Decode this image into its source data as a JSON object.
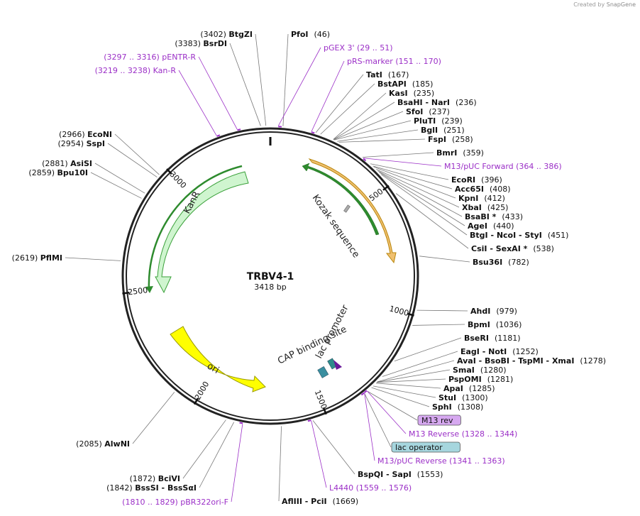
{
  "credit": {
    "prefix": "Created by",
    "brand": "SnapGene"
  },
  "plasmid": {
    "name": "TRBV4-1",
    "length_label": "3418 bp",
    "total_bp": 3418
  },
  "colors": {
    "site_text": "#000000",
    "primer": "#9b2fc7",
    "kanr_fill": "#cff5cf",
    "kanr_stroke": "#3aa03a",
    "ori_fill": "#ffff00",
    "ori_stroke": "#999900",
    "orange_feature": "#f0c070",
    "green_feature": "#2e8b2e"
  },
  "scale_labels": [
    "500",
    "1000",
    "1500",
    "2000",
    "2500",
    "3000"
  ],
  "feature_labels": {
    "kanr": "KanR",
    "ori": "ori",
    "kozak": "Kozak sequence",
    "cap": "CAP binding site",
    "lac_promoter": "lac promoter"
  },
  "right_sites": [
    {
      "pos": "(46)",
      "name": "PfoI"
    },
    {
      "pos": "(29 .. 51)",
      "name": "pGEX 3'",
      "primer": true
    },
    {
      "pos": "(151 .. 170)",
      "name": "pRS-marker",
      "primer": true
    },
    {
      "pos": "(167)",
      "name": "TatI"
    },
    {
      "pos": "(185)",
      "name": "BstAPI"
    },
    {
      "pos": "(235)",
      "name": "KasI"
    },
    {
      "pos": "(236)",
      "name": "BsaHI - NarI"
    },
    {
      "pos": "(237)",
      "name": "SfoI"
    },
    {
      "pos": "(239)",
      "name": "PluTI"
    },
    {
      "pos": "(251)",
      "name": "BglI"
    },
    {
      "pos": "(258)",
      "name": "FspI"
    },
    {
      "pos": "(359)",
      "name": "BmrI"
    },
    {
      "pos": "(364 .. 386)",
      "name": "M13/pUC Forward",
      "primer": true
    },
    {
      "pos": "(396)",
      "name": "EcoRI"
    },
    {
      "pos": "(408)",
      "name": "Acc65I"
    },
    {
      "pos": "(412)",
      "name": "KpnI"
    },
    {
      "pos": "(425)",
      "name": "XbaI"
    },
    {
      "pos": "(433)",
      "name": "BsaBI *"
    },
    {
      "pos": "(440)",
      "name": "AgeI"
    },
    {
      "pos": "(451)",
      "name": "BtgI - NcoI - StyI"
    },
    {
      "pos": "(538)",
      "name": "CsiI - SexAI *"
    },
    {
      "pos": "(782)",
      "name": "Bsu36I"
    },
    {
      "pos": "(979)",
      "name": "AhdI"
    },
    {
      "pos": "(1036)",
      "name": "BpmI"
    },
    {
      "pos": "(1181)",
      "name": "BseRI"
    },
    {
      "pos": "(1252)",
      "name": "EagI - NotI"
    },
    {
      "pos": "(1278)",
      "name": "AvaI - BsoBI - TspMI - XmaI"
    },
    {
      "pos": "(1280)",
      "name": "SmaI"
    },
    {
      "pos": "(1281)",
      "name": "PspOMI"
    },
    {
      "pos": "(1285)",
      "name": "ApaI"
    },
    {
      "pos": "(1300)",
      "name": "StuI"
    },
    {
      "pos": "(1308)",
      "name": "SphI"
    },
    {
      "pos": "",
      "name": "M13 rev",
      "boxed": "purple"
    },
    {
      "pos": "(1328 .. 1344)",
      "name": "M13 Reverse",
      "primer": true
    },
    {
      "pos": "",
      "name": "lac operator",
      "boxed": "teal"
    },
    {
      "pos": "(1341 .. 1363)",
      "name": "M13/pUC Reverse",
      "primer": true
    },
    {
      "pos": "(1553)",
      "name": "BspQI - SapI"
    },
    {
      "pos": "(1559 .. 1576)",
      "name": "L4440",
      "primer": true
    },
    {
      "pos": "(1669)",
      "name": "AflIII - PciI"
    }
  ],
  "left_sites": [
    {
      "pos": "(3402)",
      "name": "BtgZI"
    },
    {
      "pos": "(3383)",
      "name": "BsrDI"
    },
    {
      "pos": "(3297 .. 3316)",
      "name": "pENTR-R",
      "primer": true
    },
    {
      "pos": "(3219 .. 3238)",
      "name": "Kan-R",
      "primer": true
    },
    {
      "pos": "(2966)",
      "name": "EcoNI"
    },
    {
      "pos": "(2954)",
      "name": "SspI"
    },
    {
      "pos": "(2881)",
      "name": "AsiSI"
    },
    {
      "pos": "(2859)",
      "name": "Bpu10I"
    },
    {
      "pos": "(2619)",
      "name": "PflMI"
    },
    {
      "pos": "(2085)",
      "name": "AlwNI"
    },
    {
      "pos": "(1872)",
      "name": "BciVI"
    },
    {
      "pos": "(1842)",
      "name": "BssSI - BssSαI"
    },
    {
      "pos": "(1810 .. 1829)",
      "name": "pBR322ori-F",
      "primer": true
    }
  ]
}
